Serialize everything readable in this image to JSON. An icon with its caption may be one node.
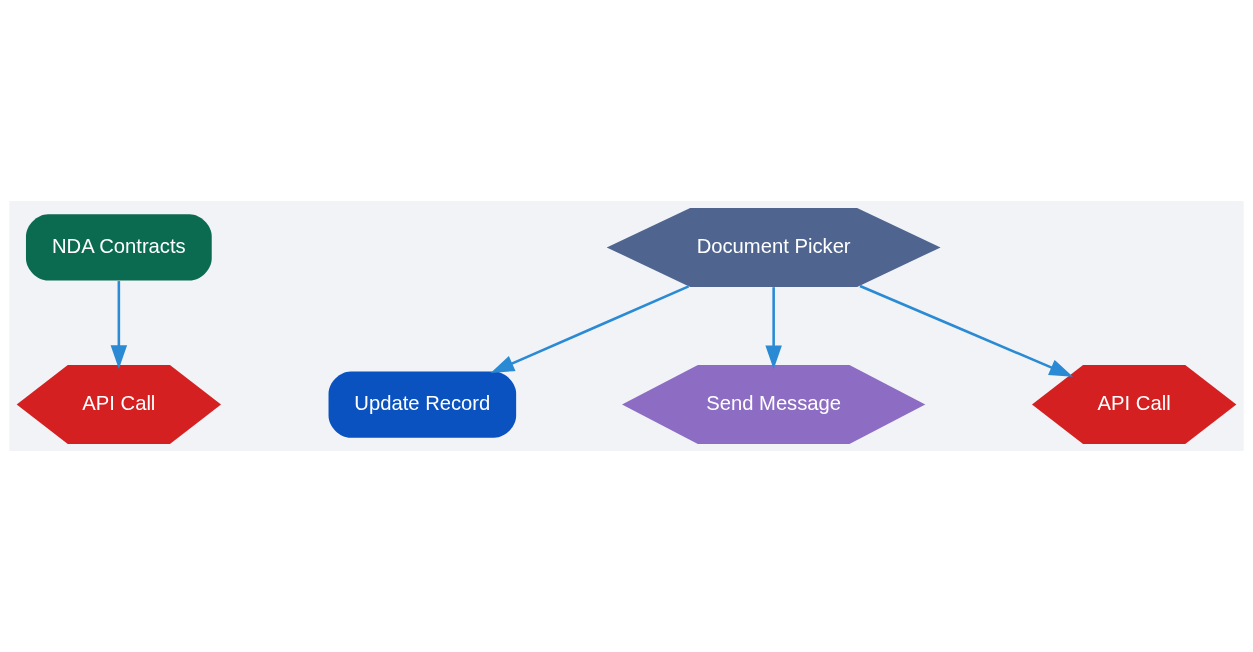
{
  "diagram": {
    "nodes": [
      {
        "text": [
          "NDA Contracts"
        ]
      },
      {
        "text": [
          "API Call"
        ]
      },
      {
        "text": [
          "Document Picker"
        ]
      },
      {
        "text": [
          "Update Record"
        ]
      },
      {
        "text": [
          "Send Message"
        ]
      },
      {
        "text": [
          "API Call"
        ]
      }
    ],
    "edges": [
      {
        "from": 0,
        "to": 1,
        "arrow": "to"
      },
      {
        "from": 2,
        "to": 3,
        "arrow": "to"
      },
      {
        "from": 2,
        "to": 4,
        "arrow": "to"
      },
      {
        "from": 2,
        "to": 5,
        "arrow": "to"
      }
    ]
  }
}
